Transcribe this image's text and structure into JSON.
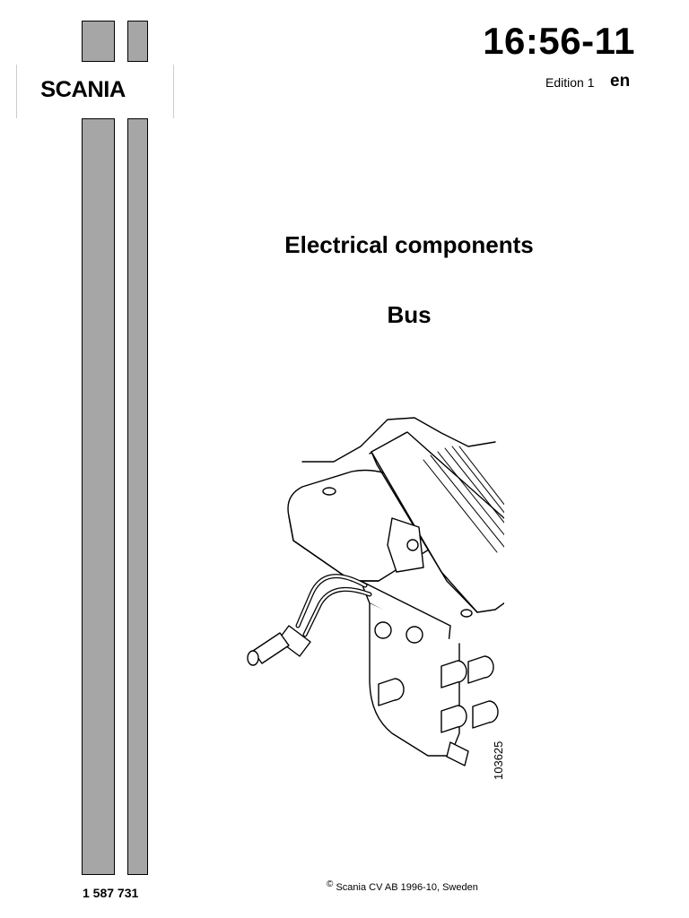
{
  "header": {
    "logo_text": "SCANIA",
    "doc_number": "16:56-11",
    "edition": "Edition 1",
    "language": "en"
  },
  "main": {
    "title": "Electrical components",
    "subtitle": "Bus",
    "figure_number": "103625",
    "illustration_icon": "accelerator-pedal-drawing"
  },
  "footer": {
    "part_number": "1 587 731",
    "copyright_symbol": "©",
    "copyright_text": "Scania CV AB 1996-10, Sweden"
  },
  "colors": {
    "bar_fill": "#a6a6a6",
    "text": "#000000",
    "background": "#ffffff"
  }
}
